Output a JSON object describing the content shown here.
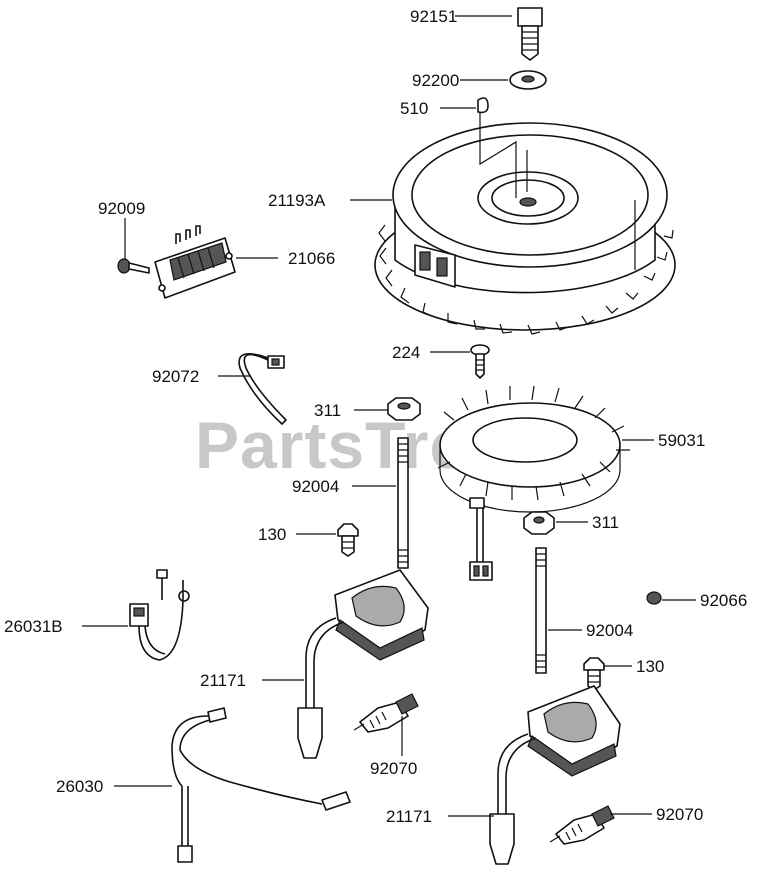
{
  "watermark": "PartsTree",
  "labels": {
    "p92151": "92151",
    "p92200": "92200",
    "p510": "510",
    "p21193A": "21193A",
    "p92009": "92009",
    "p21066": "21066",
    "p224": "224",
    "p92072": "92072",
    "p311a": "311",
    "p59031": "59031",
    "p92004a": "92004",
    "p311b": "311",
    "p130a": "130",
    "p92066": "92066",
    "p26031B": "26031B",
    "p92004b": "92004",
    "p130b": "130",
    "p21171a": "21171",
    "p92070a": "92070",
    "p26030": "26030",
    "p21171b": "21171",
    "p92070b": "92070"
  }
}
